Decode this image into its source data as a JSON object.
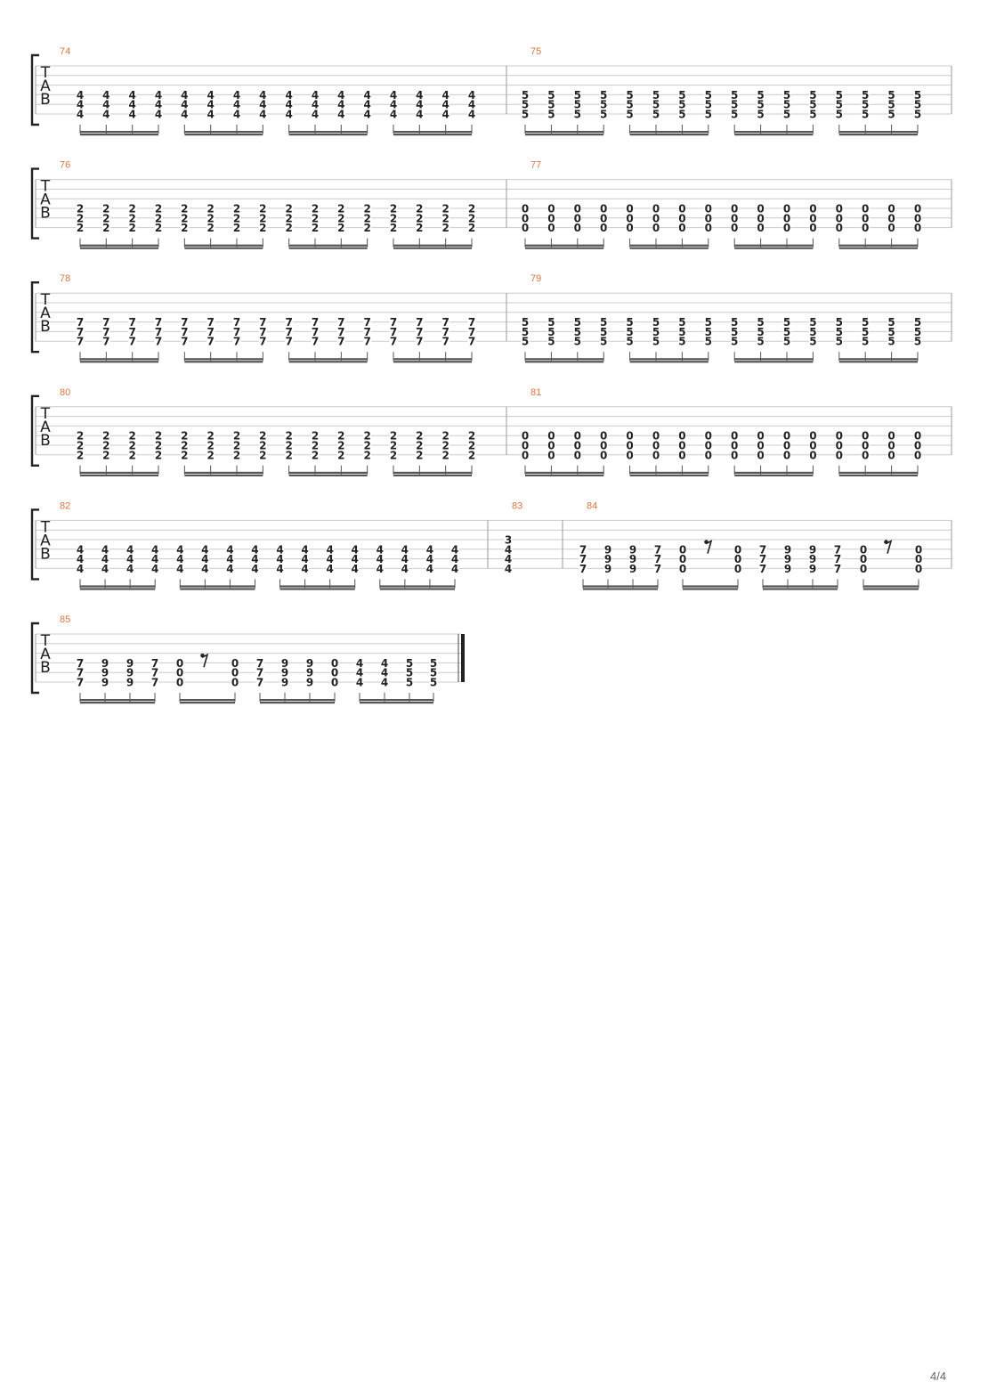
{
  "tab_letters": [
    "T",
    "A",
    "B"
  ],
  "page_number": "4/4",
  "colors": {
    "measure_number": "#e8733a",
    "staff_line": "#cccccc",
    "barline": "#999999",
    "note": "#222222",
    "beam": "#555555",
    "page_number": "#666666"
  },
  "systems": [
    {
      "measures": [
        {
          "number": "74",
          "beats": [
            [
              4,
              4,
              4
            ],
            [
              4,
              4,
              4
            ],
            [
              4,
              4,
              4
            ],
            [
              4,
              4,
              4
            ],
            [
              4,
              4,
              4
            ],
            [
              4,
              4,
              4
            ],
            [
              4,
              4,
              4
            ],
            [
              4,
              4,
              4
            ],
            [
              4,
              4,
              4
            ],
            [
              4,
              4,
              4
            ],
            [
              4,
              4,
              4
            ],
            [
              4,
              4,
              4
            ],
            [
              4,
              4,
              4
            ],
            [
              4,
              4,
              4
            ],
            [
              4,
              4,
              4
            ],
            [
              4,
              4,
              4
            ]
          ]
        },
        {
          "number": "75",
          "beats": [
            [
              5,
              5,
              5
            ],
            [
              5,
              5,
              5
            ],
            [
              5,
              5,
              5
            ],
            [
              5,
              5,
              5
            ],
            [
              5,
              5,
              5
            ],
            [
              5,
              5,
              5
            ],
            [
              5,
              5,
              5
            ],
            [
              5,
              5,
              5
            ],
            [
              5,
              5,
              5
            ],
            [
              5,
              5,
              5
            ],
            [
              5,
              5,
              5
            ],
            [
              5,
              5,
              5
            ],
            [
              5,
              5,
              5
            ],
            [
              5,
              5,
              5
            ],
            [
              5,
              5,
              5
            ],
            [
              5,
              5,
              5
            ]
          ]
        }
      ]
    },
    {
      "measures": [
        {
          "number": "76",
          "beats": [
            [
              2,
              2,
              2
            ],
            [
              2,
              2,
              2
            ],
            [
              2,
              2,
              2
            ],
            [
              2,
              2,
              2
            ],
            [
              2,
              2,
              2
            ],
            [
              2,
              2,
              2
            ],
            [
              2,
              2,
              2
            ],
            [
              2,
              2,
              2
            ],
            [
              2,
              2,
              2
            ],
            [
              2,
              2,
              2
            ],
            [
              2,
              2,
              2
            ],
            [
              2,
              2,
              2
            ],
            [
              2,
              2,
              2
            ],
            [
              2,
              2,
              2
            ],
            [
              2,
              2,
              2
            ],
            [
              2,
              2,
              2
            ]
          ]
        },
        {
          "number": "77",
          "beats": [
            [
              0,
              0,
              0
            ],
            [
              0,
              0,
              0
            ],
            [
              0,
              0,
              0
            ],
            [
              0,
              0,
              0
            ],
            [
              0,
              0,
              0
            ],
            [
              0,
              0,
              0
            ],
            [
              0,
              0,
              0
            ],
            [
              0,
              0,
              0
            ],
            [
              0,
              0,
              0
            ],
            [
              0,
              0,
              0
            ],
            [
              0,
              0,
              0
            ],
            [
              0,
              0,
              0
            ],
            [
              0,
              0,
              0
            ],
            [
              0,
              0,
              0
            ],
            [
              0,
              0,
              0
            ],
            [
              0,
              0,
              0
            ]
          ]
        }
      ]
    },
    {
      "measures": [
        {
          "number": "78",
          "beats": [
            [
              7,
              7,
              7
            ],
            [
              7,
              7,
              7
            ],
            [
              7,
              7,
              7
            ],
            [
              7,
              7,
              7
            ],
            [
              7,
              7,
              7
            ],
            [
              7,
              7,
              7
            ],
            [
              7,
              7,
              7
            ],
            [
              7,
              7,
              7
            ],
            [
              7,
              7,
              7
            ],
            [
              7,
              7,
              7
            ],
            [
              7,
              7,
              7
            ],
            [
              7,
              7,
              7
            ],
            [
              7,
              7,
              7
            ],
            [
              7,
              7,
              7
            ],
            [
              7,
              7,
              7
            ],
            [
              7,
              7,
              7
            ]
          ]
        },
        {
          "number": "79",
          "beats": [
            [
              5,
              5,
              5
            ],
            [
              5,
              5,
              5
            ],
            [
              5,
              5,
              5
            ],
            [
              5,
              5,
              5
            ],
            [
              5,
              5,
              5
            ],
            [
              5,
              5,
              5
            ],
            [
              5,
              5,
              5
            ],
            [
              5,
              5,
              5
            ],
            [
              5,
              5,
              5
            ],
            [
              5,
              5,
              5
            ],
            [
              5,
              5,
              5
            ],
            [
              5,
              5,
              5
            ],
            [
              5,
              5,
              5
            ],
            [
              5,
              5,
              5
            ],
            [
              5,
              5,
              5
            ],
            [
              5,
              5,
              5
            ]
          ]
        }
      ]
    },
    {
      "measures": [
        {
          "number": "80",
          "beats": [
            [
              2,
              2,
              2
            ],
            [
              2,
              2,
              2
            ],
            [
              2,
              2,
              2
            ],
            [
              2,
              2,
              2
            ],
            [
              2,
              2,
              2
            ],
            [
              2,
              2,
              2
            ],
            [
              2,
              2,
              2
            ],
            [
              2,
              2,
              2
            ],
            [
              2,
              2,
              2
            ],
            [
              2,
              2,
              2
            ],
            [
              2,
              2,
              2
            ],
            [
              2,
              2,
              2
            ],
            [
              2,
              2,
              2
            ],
            [
              2,
              2,
              2
            ],
            [
              2,
              2,
              2
            ],
            [
              2,
              2,
              2
            ]
          ]
        },
        {
          "number": "81",
          "beats": [
            [
              0,
              0,
              0
            ],
            [
              0,
              0,
              0
            ],
            [
              0,
              0,
              0
            ],
            [
              0,
              0,
              0
            ],
            [
              0,
              0,
              0
            ],
            [
              0,
              0,
              0
            ],
            [
              0,
              0,
              0
            ],
            [
              0,
              0,
              0
            ],
            [
              0,
              0,
              0
            ],
            [
              0,
              0,
              0
            ],
            [
              0,
              0,
              0
            ],
            [
              0,
              0,
              0
            ],
            [
              0,
              0,
              0
            ],
            [
              0,
              0,
              0
            ],
            [
              0,
              0,
              0
            ],
            [
              0,
              0,
              0
            ]
          ]
        }
      ]
    },
    {
      "measures": [
        {
          "number": "82",
          "beats": [
            [
              4,
              4,
              4
            ],
            [
              4,
              4,
              4
            ],
            [
              4,
              4,
              4
            ],
            [
              4,
              4,
              4
            ],
            [
              4,
              4,
              4
            ],
            [
              4,
              4,
              4
            ],
            [
              4,
              4,
              4
            ],
            [
              4,
              4,
              4
            ],
            [
              4,
              4,
              4
            ],
            [
              4,
              4,
              4
            ],
            [
              4,
              4,
              4
            ],
            [
              4,
              4,
              4
            ],
            [
              4,
              4,
              4
            ],
            [
              4,
              4,
              4
            ],
            [
              4,
              4,
              4
            ],
            [
              4,
              4,
              4
            ]
          ]
        },
        {
          "number": "83",
          "beats": [
            [
              3,
              4,
              4,
              4
            ]
          ]
        },
        {
          "number": "84",
          "beats": [
            [
              7,
              7,
              7
            ],
            [
              9,
              9,
              9
            ],
            [
              9,
              9,
              9
            ],
            [
              7,
              7,
              7
            ],
            [
              0,
              0,
              0
            ],
            [
              "rest"
            ],
            [
              0,
              0,
              0
            ],
            [
              7,
              7,
              7
            ],
            [
              9,
              9,
              9
            ],
            [
              9,
              9,
              9
            ],
            [
              7,
              7,
              7
            ],
            [
              0,
              0,
              0
            ],
            [
              "rest"
            ],
            [
              0,
              0,
              0
            ]
          ]
        }
      ]
    },
    {
      "measures": [
        {
          "number": "85",
          "beats": [
            [
              7,
              7,
              7
            ],
            [
              9,
              9,
              9
            ],
            [
              9,
              9,
              9
            ],
            [
              7,
              7,
              7
            ],
            [
              0,
              0,
              0
            ],
            [
              "rest"
            ],
            [
              0,
              0,
              0
            ],
            [
              7,
              7,
              7
            ],
            [
              9,
              9,
              9
            ],
            [
              9,
              9,
              9
            ],
            [
              0,
              0,
              0
            ],
            [
              4,
              4,
              4
            ],
            [
              4,
              4,
              4
            ],
            [
              5,
              5,
              5
            ],
            [
              5,
              5,
              5
            ]
          ]
        }
      ]
    }
  ]
}
